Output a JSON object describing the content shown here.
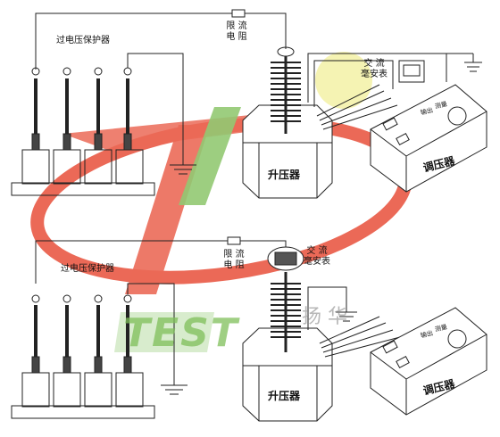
{
  "watermark": {
    "text": "TEST",
    "brand_text": "扬 华"
  },
  "top": {
    "limiter_label": "限 流 电 阻",
    "protector_label": "过电压保护器",
    "meter_label": "交 流 毫安表",
    "step_up_label": "升压器",
    "regulator_label": "调压器",
    "panel_labels": [
      "输出",
      "测量"
    ]
  },
  "bottom": {
    "limiter_label": "限 流 电 阻",
    "protector_label": "过电压保护器",
    "meter_label": "交 流 毫安表",
    "step_up_label": "升压器",
    "regulator_label": "调压器",
    "panel_labels": [
      "输出",
      "测量"
    ]
  },
  "colors": {
    "line": "#222222",
    "watermark_red": "#e8503a",
    "watermark_green": "#7fbf5a",
    "highlight": "#f3f0a0"
  }
}
